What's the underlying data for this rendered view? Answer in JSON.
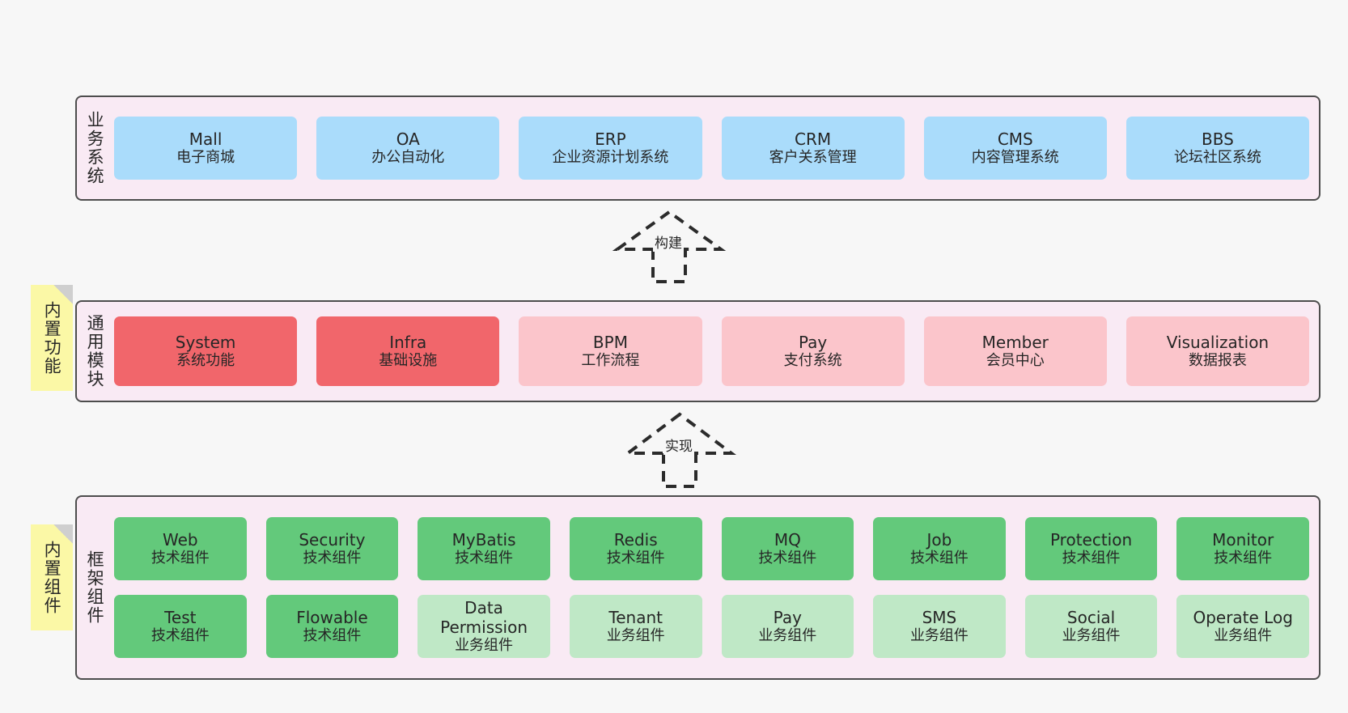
{
  "diagram": {
    "background": "#f7f7f7",
    "colors": {
      "band_fill": "#f9eaf4",
      "band_border": "#4d4d4d",
      "business": "#aadcfb",
      "module_core": "#f1666b",
      "module_optional": "#fbc5cb",
      "framework_tech": "#63c97b",
      "framework_biz": "#bfe8c6",
      "note": "#fbf8a6"
    }
  },
  "layers": {
    "business": {
      "title": "业务系统",
      "nodes": [
        {
          "en": "Mall",
          "cn": "电子商城"
        },
        {
          "en": "OA",
          "cn": "办公自动化"
        },
        {
          "en": "ERP",
          "cn": "企业资源计划系统"
        },
        {
          "en": "CRM",
          "cn": "客户关系管理"
        },
        {
          "en": "CMS",
          "cn": "内容管理系统"
        },
        {
          "en": "BBS",
          "cn": "论坛社区系统"
        }
      ]
    },
    "modules": {
      "title": "通用模块",
      "note": "内置功能",
      "nodes": [
        {
          "en": "System",
          "cn": "系统功能",
          "style": "core"
        },
        {
          "en": "Infra",
          "cn": "基础设施",
          "style": "core"
        },
        {
          "en": "BPM",
          "cn": "工作流程",
          "style": "optional"
        },
        {
          "en": "Pay",
          "cn": "支付系统",
          "style": "optional"
        },
        {
          "en": "Member",
          "cn": "会员中心",
          "style": "optional"
        },
        {
          "en": "Visualization",
          "cn": "数据报表",
          "style": "optional"
        }
      ]
    },
    "framework": {
      "title": "框架组件",
      "note": "内置组件",
      "row1": [
        {
          "en": "Web",
          "cn": "技术组件",
          "style": "tech"
        },
        {
          "en": "Security",
          "cn": "技术组件",
          "style": "tech"
        },
        {
          "en": "MyBatis",
          "cn": "技术组件",
          "style": "tech"
        },
        {
          "en": "Redis",
          "cn": "技术组件",
          "style": "tech"
        },
        {
          "en": "MQ",
          "cn": "技术组件",
          "style": "tech"
        },
        {
          "en": "Job",
          "cn": "技术组件",
          "style": "tech"
        },
        {
          "en": "Protection",
          "cn": "技术组件",
          "style": "tech"
        },
        {
          "en": "Monitor",
          "cn": "技术组件",
          "style": "tech"
        }
      ],
      "row2": [
        {
          "en": "Test",
          "cn": "技术组件",
          "style": "tech"
        },
        {
          "en": "Flowable",
          "cn": "技术组件",
          "style": "tech"
        },
        {
          "en": "Data Permission",
          "cn": "业务组件",
          "style": "biz"
        },
        {
          "en": "Tenant",
          "cn": "业务组件",
          "style": "biz"
        },
        {
          "en": "Pay",
          "cn": "业务组件",
          "style": "biz"
        },
        {
          "en": "SMS",
          "cn": "业务组件",
          "style": "biz"
        },
        {
          "en": "Social",
          "cn": "业务组件",
          "style": "biz"
        },
        {
          "en": "Operate Log",
          "cn": "业务组件",
          "style": "biz"
        }
      ]
    }
  },
  "connectors": [
    {
      "label": "构建"
    },
    {
      "label": "实现"
    }
  ]
}
